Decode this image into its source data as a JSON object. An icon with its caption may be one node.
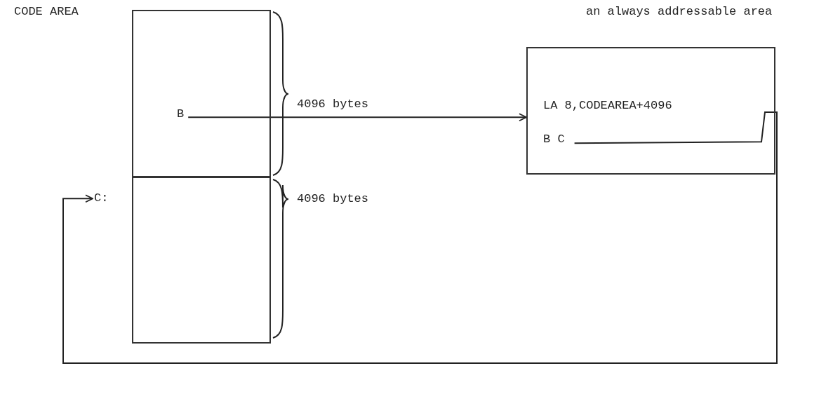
{
  "diagram": {
    "nodes": [
      {
        "text": [],
        "shape": "box",
        "beside": [
          "4096 bytes"
        ]
      },
      {
        "text": [
          "B"
        ],
        "in": 0
      },
      {
        "text": [],
        "shape": "box",
        "beside": [
          "4096 bytes"
        ]
      },
      {
        "text": [
          "C:"
        ]
      },
      {
        "text": [
          "LA 8,CODEAREA+4096"
        ]
      },
      {
        "text": [
          "B C"
        ],
        "in": 4
      }
    ],
    "edges": [
      {
        "from": 1,
        "to": 4,
        "arrow": "to"
      },
      {
        "from": 5,
        "to": 3,
        "arrow": "to"
      }
    ],
    "labels": [
      "CODE AREA",
      "an always addressable area"
    ]
  }
}
